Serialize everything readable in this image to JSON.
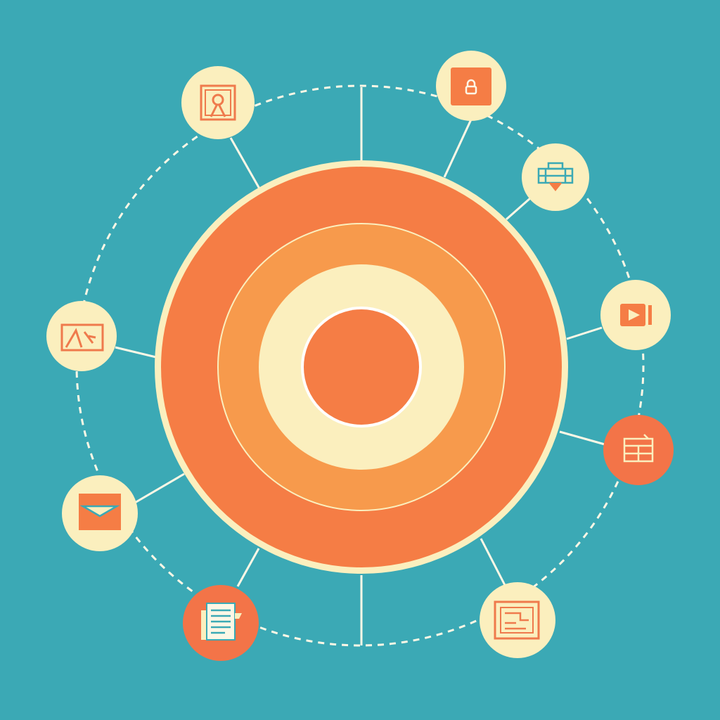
{
  "colors": {
    "background": "#3ba9b5",
    "cream": "#fbefbe",
    "orange_dark": "#f57d45",
    "orange_mid": "#f79a4c",
    "orange_node": "#f37448",
    "line": "#fdf7e6"
  },
  "center_rings": [
    "outer-ring",
    "middle-ring",
    "inner-ring",
    "core"
  ],
  "nodes": [
    {
      "name": "portrait-frame-icon",
      "style": "cream"
    },
    {
      "name": "lock-icon",
      "style": "cream-with-orange-tile"
    },
    {
      "name": "toolbox-icon",
      "style": "cream"
    },
    {
      "name": "video-play-icon",
      "style": "cream"
    },
    {
      "name": "calendar-grid-icon",
      "style": "orange"
    },
    {
      "name": "blueprint-icon",
      "style": "cream"
    },
    {
      "name": "documents-icon",
      "style": "orange"
    },
    {
      "name": "envelope-icon",
      "style": "cream-with-orange-tile"
    },
    {
      "name": "map-image-icon",
      "style": "cream"
    }
  ]
}
